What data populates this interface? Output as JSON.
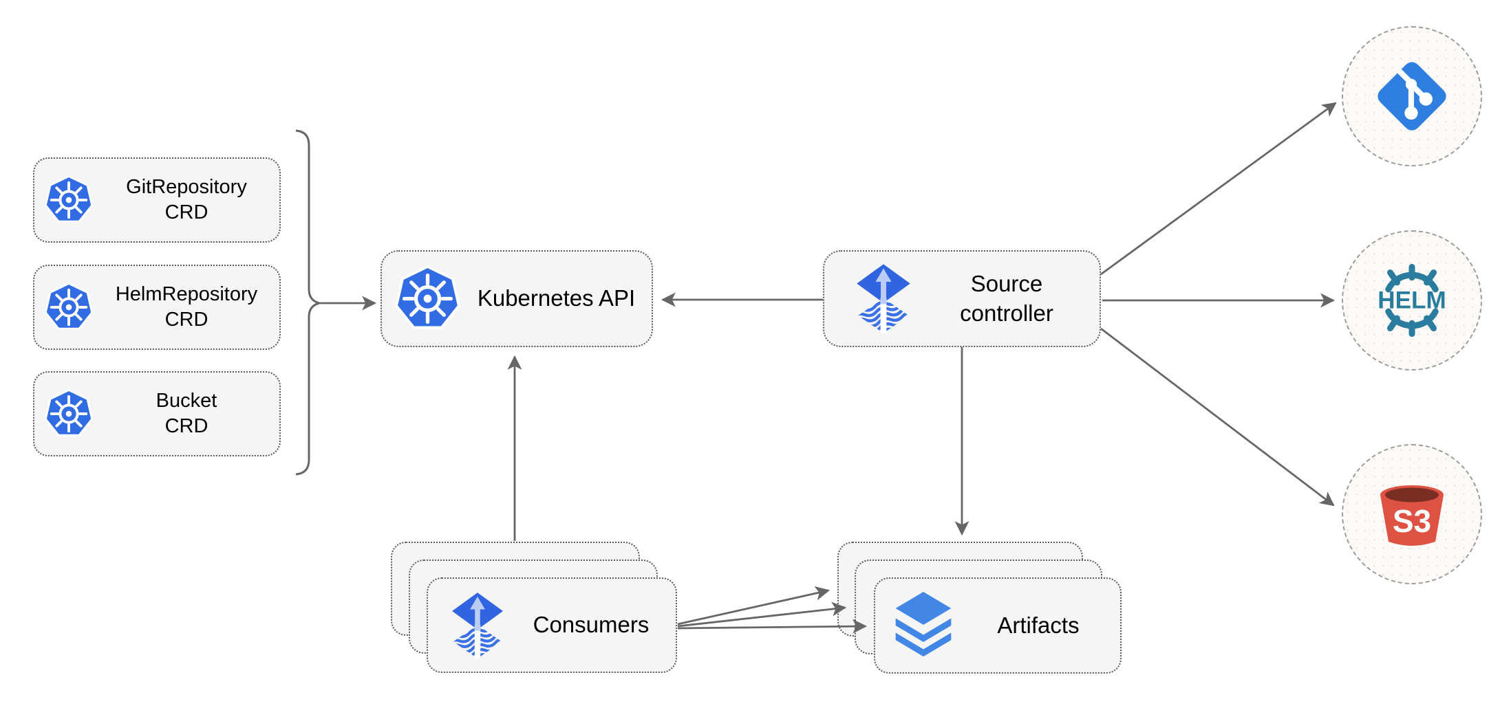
{
  "diagram": {
    "crds": [
      {
        "line1": "GitRepository",
        "line2": "CRD"
      },
      {
        "line1": "HelmRepository",
        "line2": "CRD"
      },
      {
        "line1": "Bucket",
        "line2": "CRD"
      }
    ],
    "kubernetes_api": {
      "label": "Kubernetes API"
    },
    "source_controller": {
      "line1": "Source",
      "line2": "controller"
    },
    "consumers": {
      "label": "Consumers"
    },
    "artifacts": {
      "label": "Artifacts"
    },
    "helm": {
      "label": "HELM"
    },
    "s3": {
      "label": "S3"
    },
    "icons": {
      "kubernetes": "kubernetes-wheel-icon",
      "flux": "flux-icon",
      "git": "git-icon",
      "helm": "helm-wheel-icon",
      "s3": "s3-bucket-icon",
      "artifacts": "layers-icon"
    },
    "colors": {
      "node_fill": "#F5F5F5",
      "node_border": "#595959",
      "connector": "#666666",
      "external_circle_fill": "#FBFAF7",
      "external_circle_border": "#9C9C9C",
      "kubernetes_blue": "#326CE5",
      "flux_blue": "#3164E0",
      "flux_wave_blue": "#3A70E8",
      "flux_arrow_light": "#BCCDF3",
      "git_blue": "#2E7FE0",
      "helm_teal": "#2A7C9E",
      "s3_red": "#DE5243",
      "s3_dark_red": "#7A2D22",
      "layers_blue": "#4287E6",
      "text": "#000000"
    }
  }
}
